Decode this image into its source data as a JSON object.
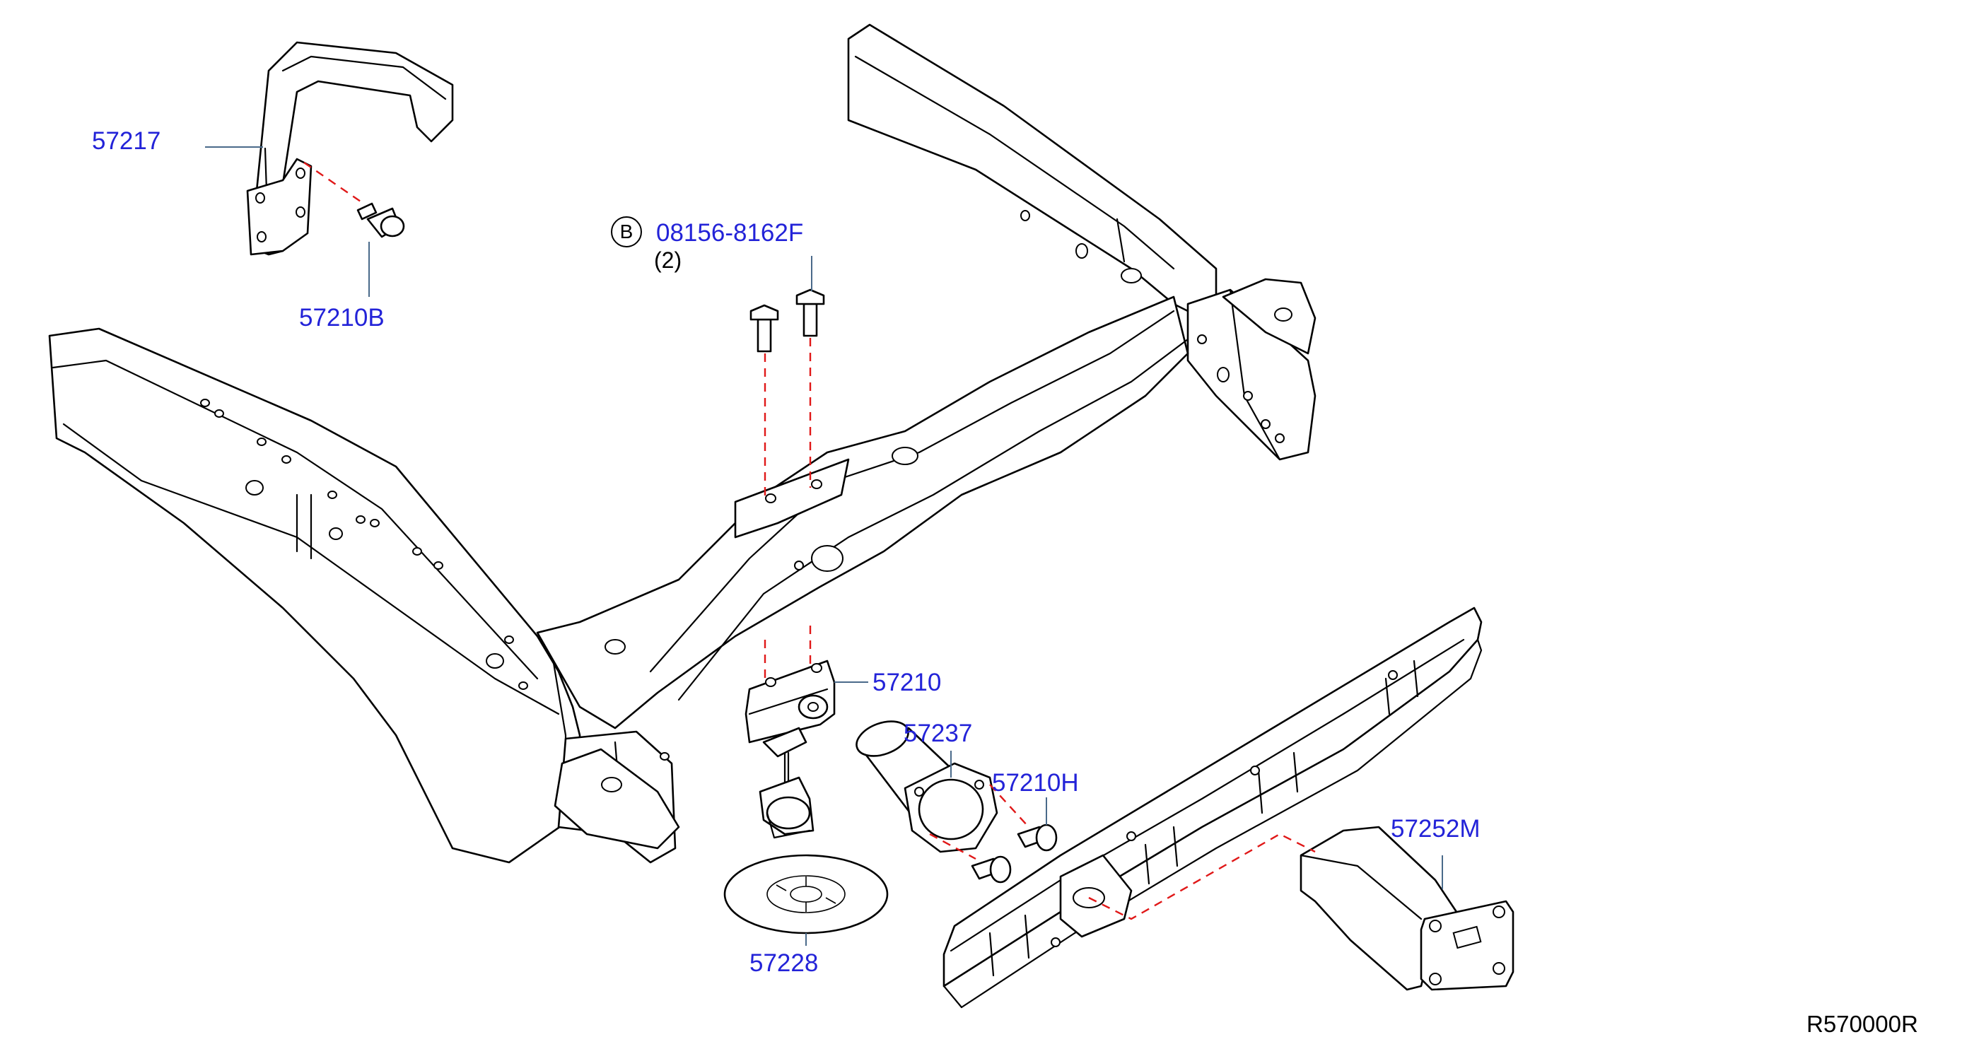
{
  "parts": [
    {
      "id": "57217",
      "label": "57217"
    },
    {
      "id": "57210B",
      "label": "57210B"
    },
    {
      "id": "bolt",
      "symbol": "B",
      "label": "08156-8162F",
      "qty": "(2)"
    },
    {
      "id": "57210",
      "label": "57210"
    },
    {
      "id": "57237",
      "label": "57237"
    },
    {
      "id": "57210H",
      "label": "57210H"
    },
    {
      "id": "57252M",
      "label": "57252M"
    },
    {
      "id": "57228",
      "label": "57228"
    }
  ],
  "diagram_code": "R570000R",
  "colors": {
    "label": "#2323d8",
    "leader": "#4a6a8a",
    "dashed_guide": "#e01818",
    "outline": "#000000"
  }
}
